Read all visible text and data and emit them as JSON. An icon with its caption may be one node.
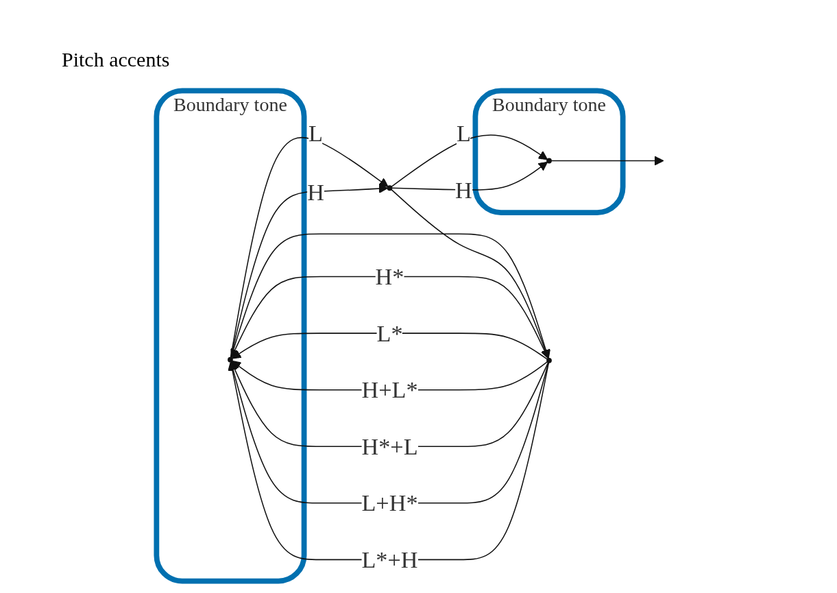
{
  "diagram": {
    "nodes": [
      {
        "text": [
          "Boundary tone"
        ]
      },
      {
        "text": [
          "Boundary tone"
        ]
      },
      {
        "text": [],
        "shape": "circle"
      },
      {
        "text": [],
        "shape": "circle",
        "in": 0
      },
      {
        "text": [],
        "shape": "circle"
      },
      {
        "text": [],
        "shape": "circle",
        "in": 1
      }
    ],
    "edges": [
      {
        "from": 2,
        "to": 3,
        "arrow": "to",
        "label": "H*"
      },
      {
        "from": 2,
        "to": 3,
        "arrow": "to",
        "label": "L*"
      },
      {
        "from": 2,
        "to": 3,
        "arrow": "to",
        "label": "H+L*"
      },
      {
        "from": 2,
        "to": 3,
        "arrow": "to",
        "label": "H*+L"
      },
      {
        "from": 2,
        "to": 3,
        "arrow": "to",
        "label": "L+H*"
      },
      {
        "from": 2,
        "to": 3,
        "arrow": "to",
        "label": "L*+H"
      },
      {
        "from": 3,
        "to": 2,
        "arrow": "to"
      },
      {
        "from": 3,
        "to": 4,
        "arrow": "to",
        "label": "L"
      },
      {
        "from": 3,
        "to": 4,
        "arrow": "to",
        "label": "H"
      },
      {
        "from": 4,
        "to": 5,
        "arrow": "to",
        "label": "L"
      },
      {
        "from": 4,
        "to": 5,
        "arrow": "to",
        "label": "H"
      },
      {
        "from": 4,
        "to": 2,
        "arrow": "to"
      },
      {
        "from": 5,
        "to": null,
        "arrow": "to"
      }
    ],
    "labels": [
      "Pitch accents"
    ]
  }
}
